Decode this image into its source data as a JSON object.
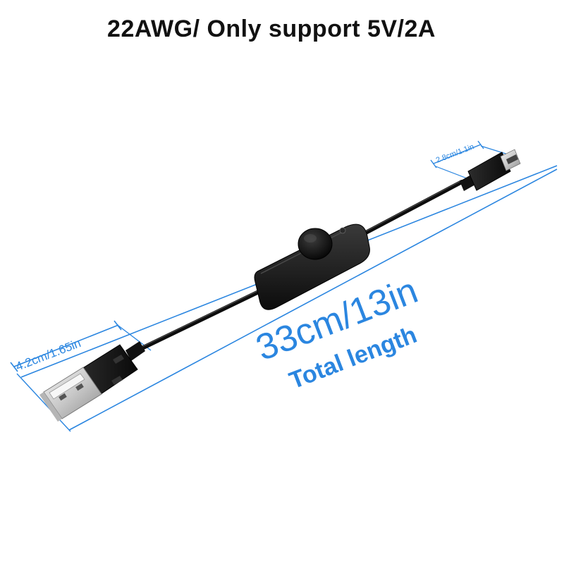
{
  "headline": "22AWG/ Only support 5V/2A",
  "dimensions": {
    "total_length_value": "33cm/13in",
    "total_length_caption": "Total length",
    "usb_a_length": "4.2cm/1.65in",
    "usb_c_length": "2.8cm/1.1in"
  },
  "colors": {
    "dimension_blue": "#2b86e0",
    "cable_black": "#111111",
    "headline": "#111111"
  }
}
